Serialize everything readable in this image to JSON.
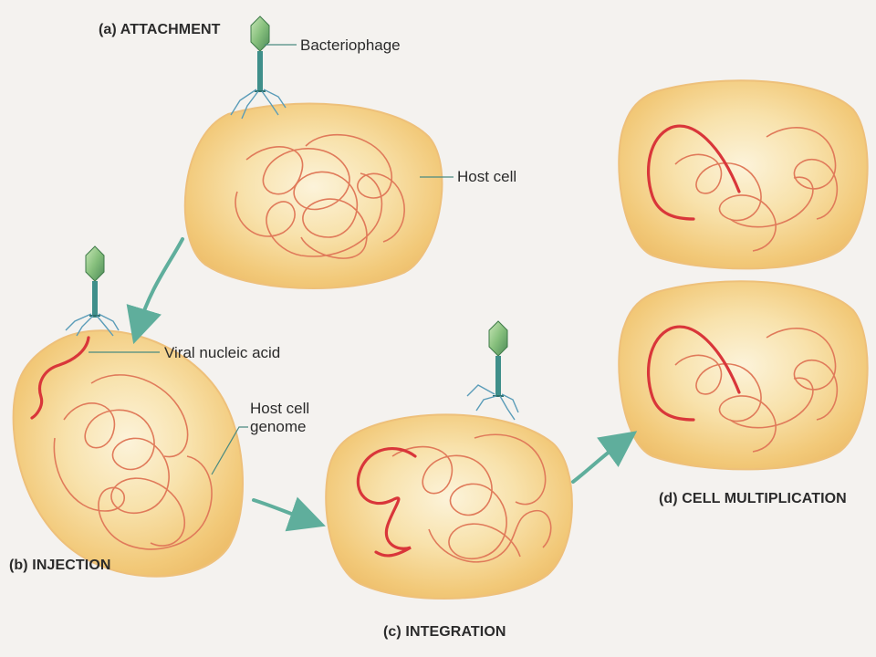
{
  "stages": {
    "attachment": "(a) ATTACHMENT",
    "injection": "(b) INJECTION",
    "integration": "(c) INTEGRATION",
    "multiplication": "(d) CELL MULTIPLICATION"
  },
  "callouts": {
    "bacteriophage": "Bacteriophage",
    "host_cell": "Host cell",
    "viral_nucleic_acid": "Viral nucleic acid",
    "host_cell_genome_line1": "Host cell",
    "host_cell_genome_line2": "genome"
  },
  "colors": {
    "cell_fill": "#f5d089",
    "cell_center": "#fbeecb",
    "host_dna": "#e07a5a",
    "viral_dna": "#d9363a",
    "phage_head": "#7fb27a",
    "phage_tail": "#3f8f8a",
    "arrow": "#5fae9c"
  }
}
